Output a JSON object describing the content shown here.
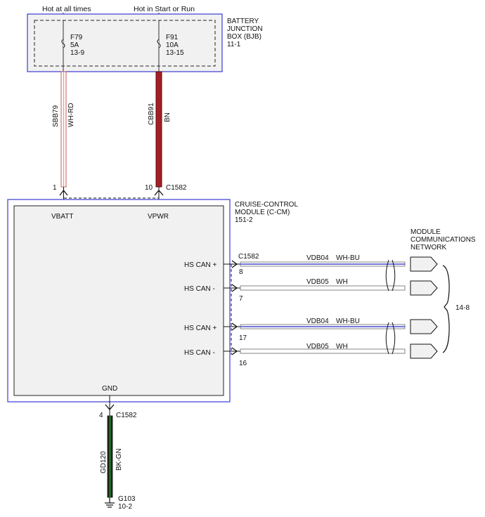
{
  "header": {
    "hot_at_all_times": "Hot at all times",
    "hot_in_start_or_run": "Hot in Start or Run"
  },
  "bjb": {
    "title_line1": "BATTERY",
    "title_line2": "JUNCTION",
    "title_line3": "BOX (BJB)",
    "ref": "11-1",
    "fuses": [
      {
        "id": "F79",
        "rating": "5A",
        "ref": "13-9"
      },
      {
        "id": "F91",
        "rating": "10A",
        "ref": "13-15"
      }
    ]
  },
  "wires": {
    "sbb79": {
      "circuit": "SBB79",
      "color": "WH-RD"
    },
    "cbb91": {
      "circuit": "CBB91",
      "color": "BN"
    },
    "gd120": {
      "circuit": "GD120",
      "color": "BK-GN"
    }
  },
  "ccm": {
    "title_line1": "CRUISE-CONTROL",
    "title_line2": "MODULE (C-CM)",
    "ref": "151-2",
    "pin_vbatt": "VBATT",
    "pin_vpwr": "VPWR",
    "pin_gnd": "GND"
  },
  "connectors": {
    "c1582": "C1582",
    "pin_1": "1",
    "pin_10": "10",
    "pin_4": "4"
  },
  "can_lines": [
    {
      "label": "HS CAN +",
      "pin": "8",
      "circuit": "VDB04",
      "color": "WH-BU"
    },
    {
      "label": "HS CAN -",
      "pin": "7",
      "circuit": "VDB05",
      "color": "WH"
    },
    {
      "label": "HS CAN +",
      "pin": "17",
      "circuit": "VDB04",
      "color": "WH-BU"
    },
    {
      "label": "HS CAN -",
      "pin": "16",
      "circuit": "VDB05",
      "color": "WH"
    }
  ],
  "network": {
    "title_line1": "MODULE",
    "title_line2": "COMMUNICATIONS",
    "title_line3": "NETWORK",
    "ref": "14-8"
  },
  "ground": {
    "id": "G103",
    "ref": "10-2"
  },
  "colors": {
    "module_border": "#3b3bd6",
    "module_fill": "#f1f1f1",
    "wire_brown": "#a31f24",
    "wire_white_red": "#e8a0a0",
    "wire_green": "#1f8a2a",
    "wire_blue": "#4a4ad0"
  }
}
